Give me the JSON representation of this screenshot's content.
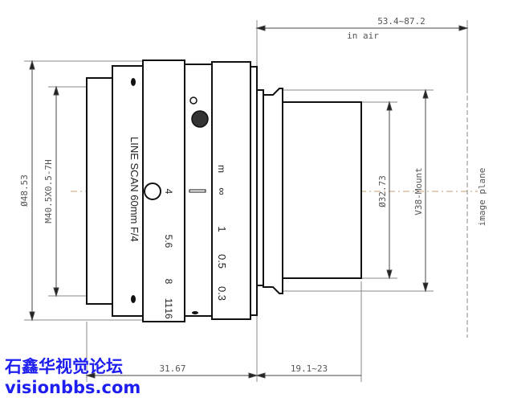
{
  "drawing": {
    "overall_length": "53.4~87.2",
    "overall_note": "in air",
    "outer_diameter": "Ø48.53",
    "filter_thread": "M40.5X0.5-7H",
    "mount_diameter": "Ø32.73",
    "mount_type": "V38-Mount",
    "image_plane": "image plane",
    "front_length": "31.67",
    "back_focus": "19.1~23",
    "lens_label": "LINE SCAN 60mm F/4",
    "distance_unit": "m",
    "distance_scale": [
      "∞",
      "1",
      "0.5",
      "0.3"
    ],
    "aperture_scale": [
      "4",
      "5.6",
      "8",
      "11",
      "16"
    ]
  },
  "watermark": {
    "line1": "石鑫华视觉论坛",
    "line2": "visionbbs.com",
    "color": "#1e1ef0"
  }
}
